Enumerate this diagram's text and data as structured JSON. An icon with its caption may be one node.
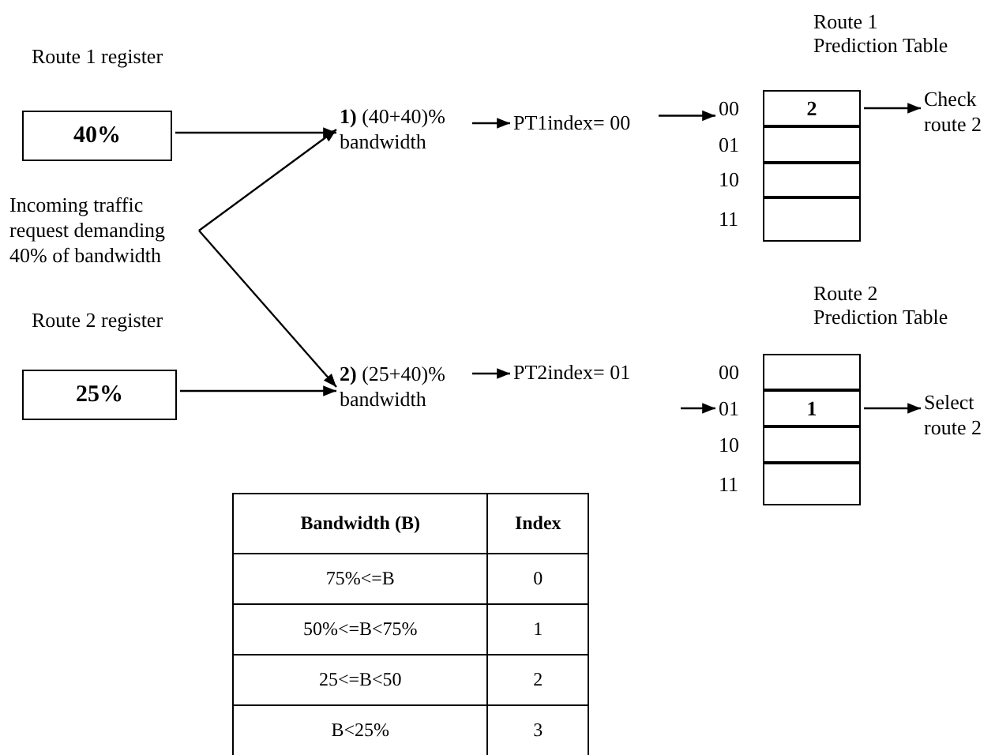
{
  "diagram": {
    "nodes": [
      {
        "text": [
          "Route 1 register",
          "40%"
        ]
      },
      {
        "text": [
          "Route 2 register",
          "25%"
        ]
      },
      {
        "text": [
          "Incoming traffic request demanding 40% of bandwidth"
        ]
      },
      {
        "text": [
          "**1)** (40+40)% bandwidth"
        ]
      },
      {
        "text": [
          "**2)** (25+40)% bandwidth"
        ]
      },
      {
        "text": [
          "PT1index= 00"
        ]
      },
      {
        "text": [
          "PT2index= 01"
        ]
      },
      {
        "text": [
          "Route 1 Prediction Table"
        ]
      },
      {
        "text": [
          "2"
        ],
        "in": 7,
        "beside": [
          "00"
        ]
      },
      {
        "text": [],
        "shape": "box",
        "in": 7,
        "beside": [
          "01"
        ]
      },
      {
        "text": [],
        "shape": "box",
        "in": 7,
        "beside": [
          "10"
        ]
      },
      {
        "text": [],
        "shape": "box",
        "in": 7,
        "beside": [
          "11"
        ]
      },
      {
        "text": [
          "Check route 2"
        ]
      },
      {
        "text": [
          "Route 2 Prediction Table"
        ]
      },
      {
        "text": [],
        "shape": "box",
        "in": 13,
        "beside": [
          "00"
        ]
      },
      {
        "text": [
          "1"
        ],
        "in": 13,
        "beside": [
          "01"
        ]
      },
      {
        "text": [],
        "shape": "box",
        "in": 13,
        "beside": [
          "10"
        ]
      },
      {
        "text": [],
        "shape": "box",
        "in": 13,
        "beside": [
          "11"
        ]
      },
      {
        "text": [
          "Select route 2"
        ]
      }
    ],
    "edges": [
      {
        "from": 0,
        "to": 3,
        "arrow": "to"
      },
      {
        "from": 2,
        "to": 3,
        "arrow": "to"
      },
      {
        "from": 2,
        "to": 4,
        "arrow": "to"
      },
      {
        "from": 1,
        "to": 4,
        "arrow": "to"
      },
      {
        "from": 3,
        "to": 5,
        "arrow": "to"
      },
      {
        "from": 4,
        "to": 6,
        "arrow": "to"
      },
      {
        "from": 5,
        "to": 8,
        "arrow": "to"
      },
      {
        "from": 8,
        "to": 12,
        "arrow": "to"
      },
      {
        "from": null,
        "to": 15,
        "arrow": "to"
      },
      {
        "from": 15,
        "to": 18,
        "arrow": "to"
      }
    ],
    "labels": [
      "Bandwidth (B)",
      "Index",
      "75%<=B",
      "0",
      "50%<=B<75%",
      "1",
      "25<=B<50",
      "2",
      "B<25%",
      "3"
    ]
  }
}
